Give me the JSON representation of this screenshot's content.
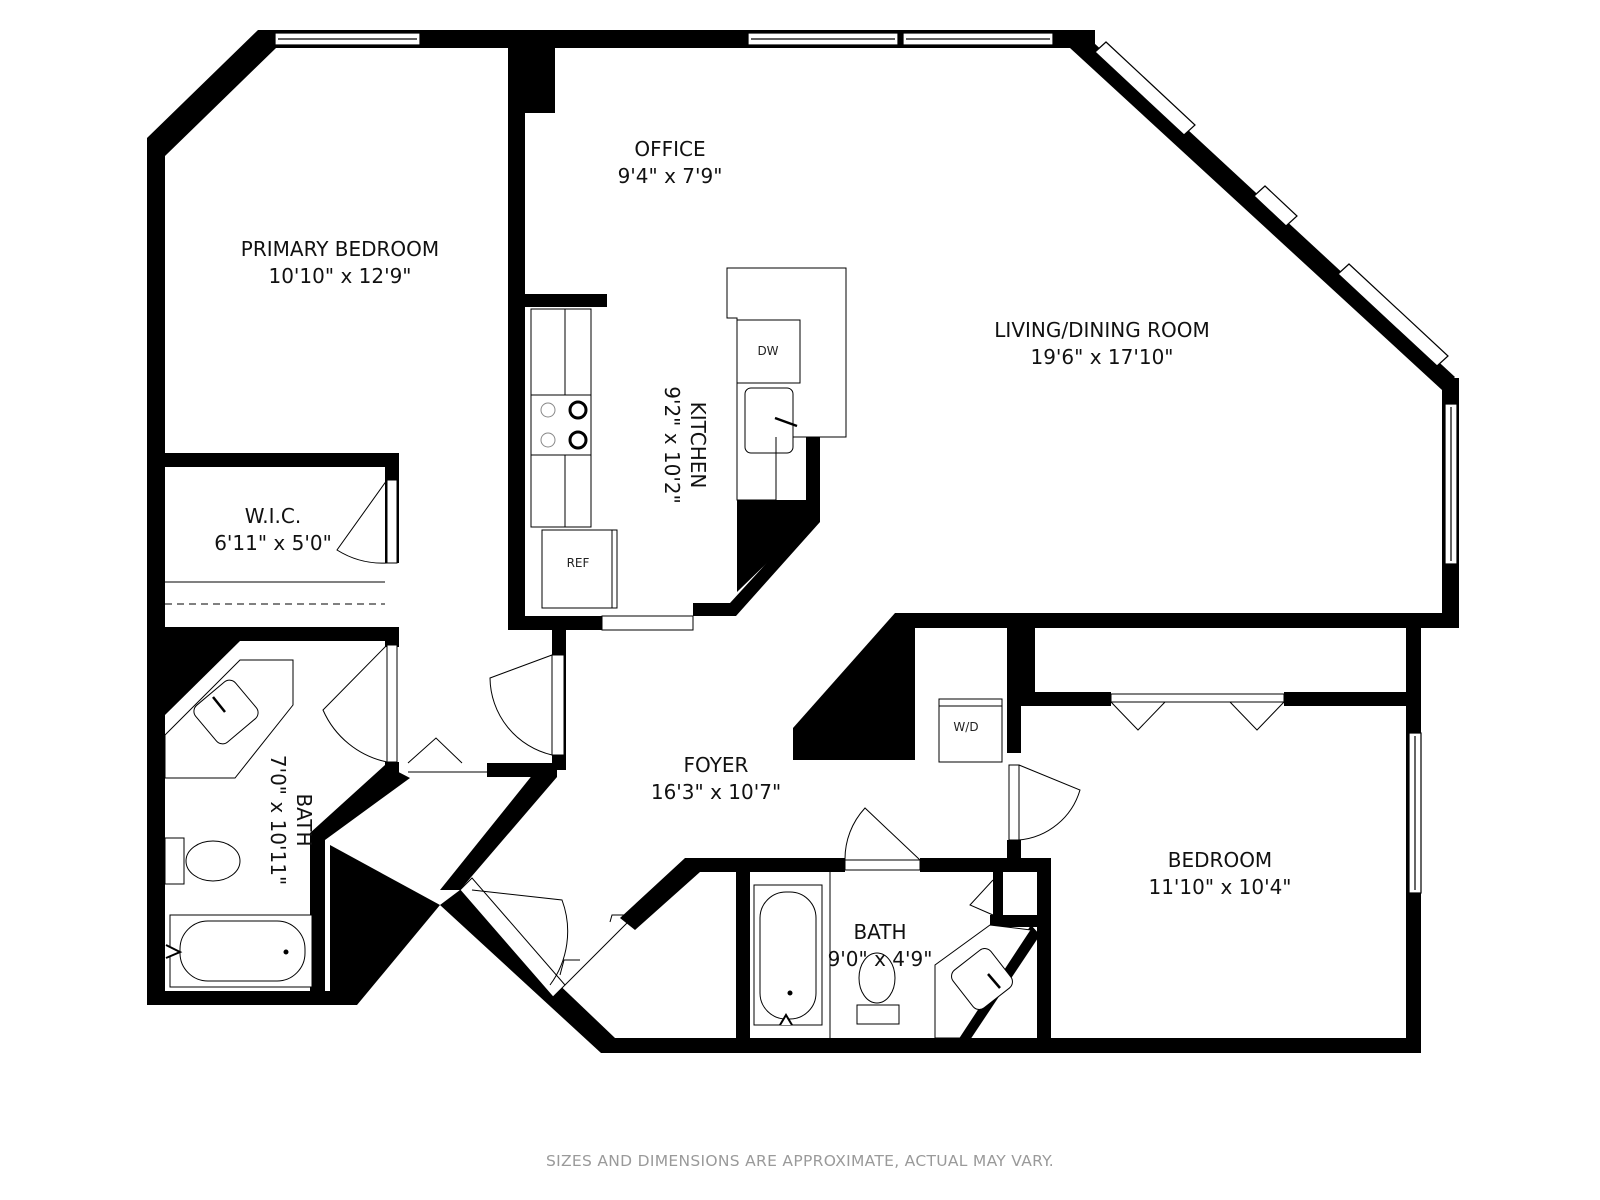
{
  "rooms": {
    "office": {
      "name": "OFFICE",
      "dim": "9'4\" x 7'9\""
    },
    "primary_bedroom": {
      "name": "PRIMARY BEDROOM",
      "dim": "10'10\" x 12'9\""
    },
    "living_dining": {
      "name": "LIVING/DINING ROOM",
      "dim": "19'6\" x 17'10\""
    },
    "kitchen": {
      "name": "KITCHEN",
      "dim": "9'2\" x 10'2\""
    },
    "wic": {
      "name": "W.I.C.",
      "dim": "6'11\" x 5'0\""
    },
    "primary_bath": {
      "name": "BATH",
      "dim": "7'0\" x 10'11\""
    },
    "foyer": {
      "name": "FOYER",
      "dim": "16'3\" x 10'7\""
    },
    "bedroom": {
      "name": "BEDROOM",
      "dim": "11'10\" x 10'4\""
    },
    "hall_bath": {
      "name": "BATH",
      "dim": "9'0\" x 4'9\""
    }
  },
  "appliances": {
    "dishwasher": "DW",
    "refrigerator": "REF",
    "washer_dryer": "W/D"
  },
  "footer": "SIZES AND DIMENSIONS ARE APPROXIMATE, ACTUAL MAY VARY.",
  "colors": {
    "wall": "#000000",
    "window": "#ffffff",
    "background": "#ffffff"
  }
}
